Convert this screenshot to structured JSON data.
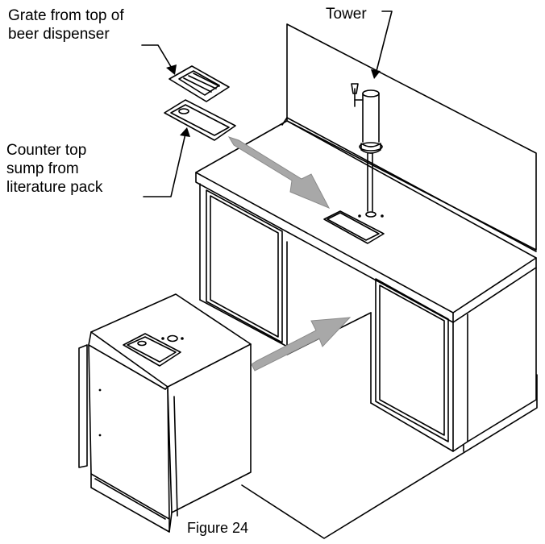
{
  "labels": {
    "grate": [
      "Grate from top of",
      "beer dispenser"
    ],
    "tower": "Tower",
    "sump": [
      "Counter top",
      "sump from",
      "literature pack"
    ]
  },
  "caption": "Figure 24",
  "colors": {
    "line": "#000000",
    "arrow_fill": "#a8a8a8",
    "arrow_stroke": "#8a8a8a",
    "surface": "#ffffff"
  }
}
